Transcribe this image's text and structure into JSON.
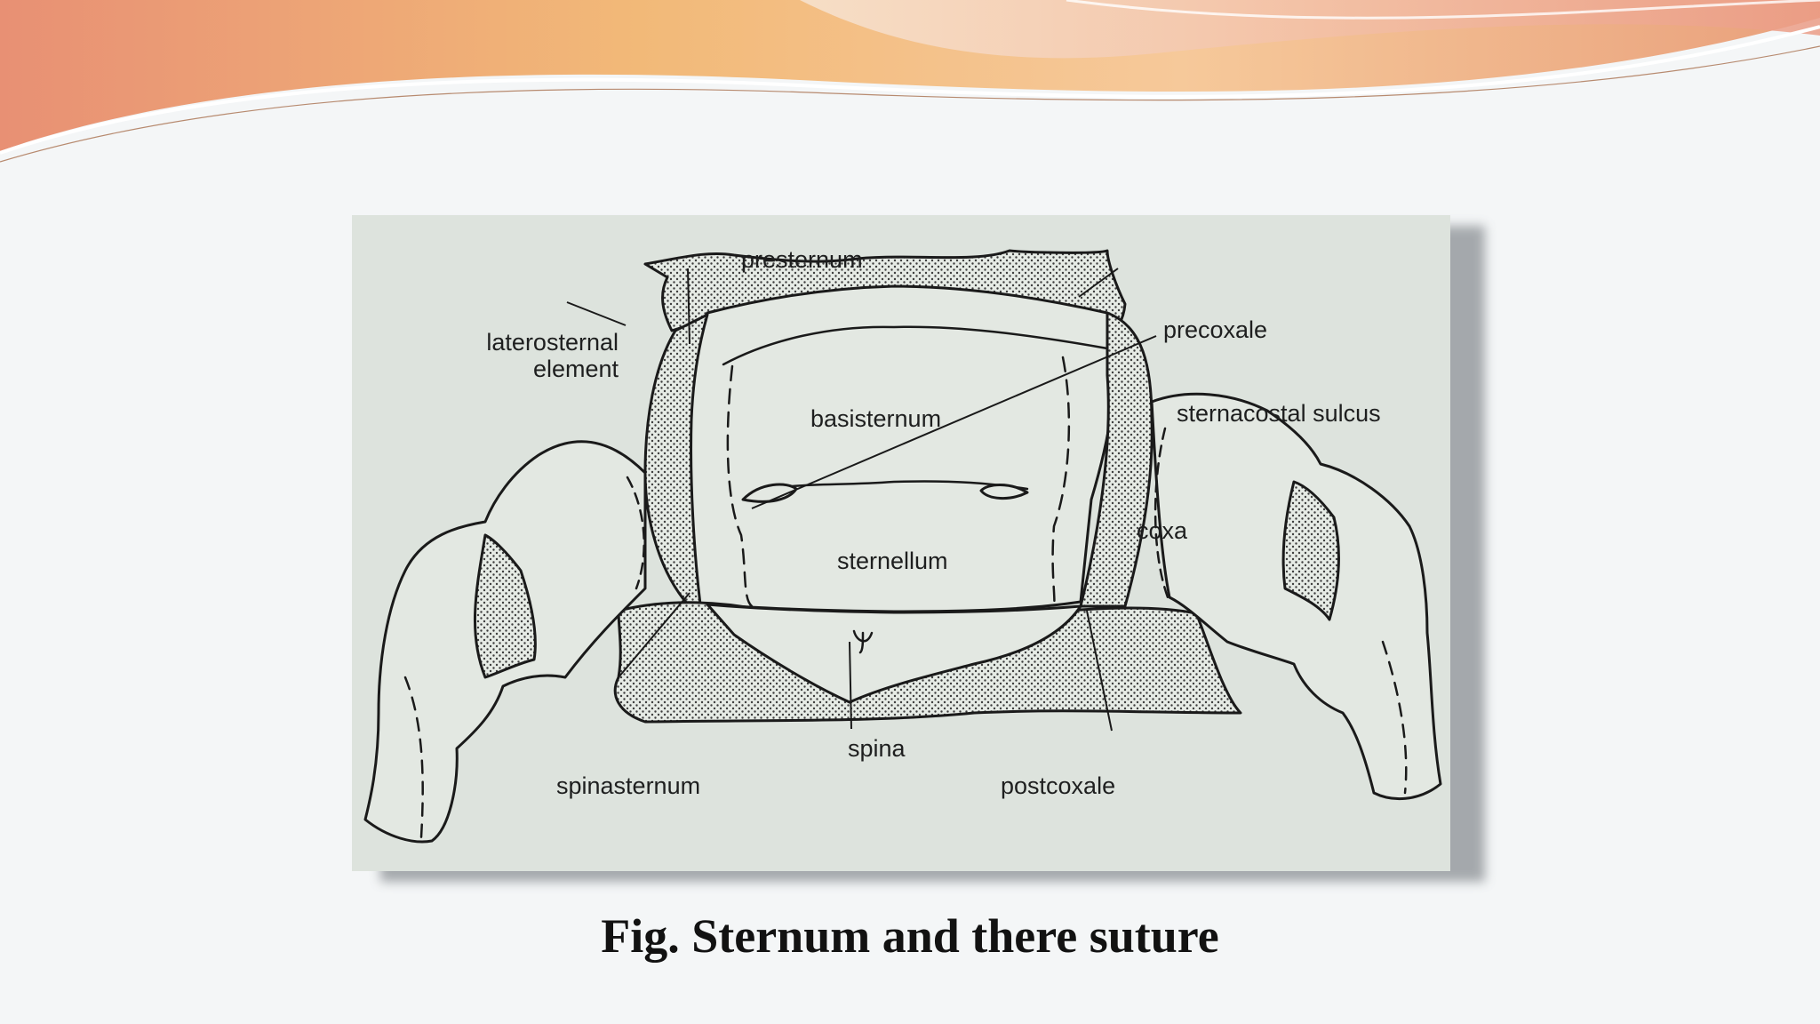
{
  "diagram": {
    "labels": {
      "presternum": "presternum",
      "precoxale": "precoxale",
      "laterosternal_element": "laterosternal\nelement",
      "basisternum": "basisternum",
      "sternacostal_sulcus": "sternacostal sulcus",
      "coxa": "coxa",
      "sternellum": "sternellum",
      "spina": "spina",
      "spinasternum": "spinasternum",
      "postcoxale": "postcoxale"
    }
  },
  "caption": "Fig. Sternum and there suture",
  "colors": {
    "banner_orange": "#f0a050",
    "banner_pink": "#e8a0a0",
    "panel_background": "#dde3dd",
    "line_art": "#1a1a1a"
  }
}
